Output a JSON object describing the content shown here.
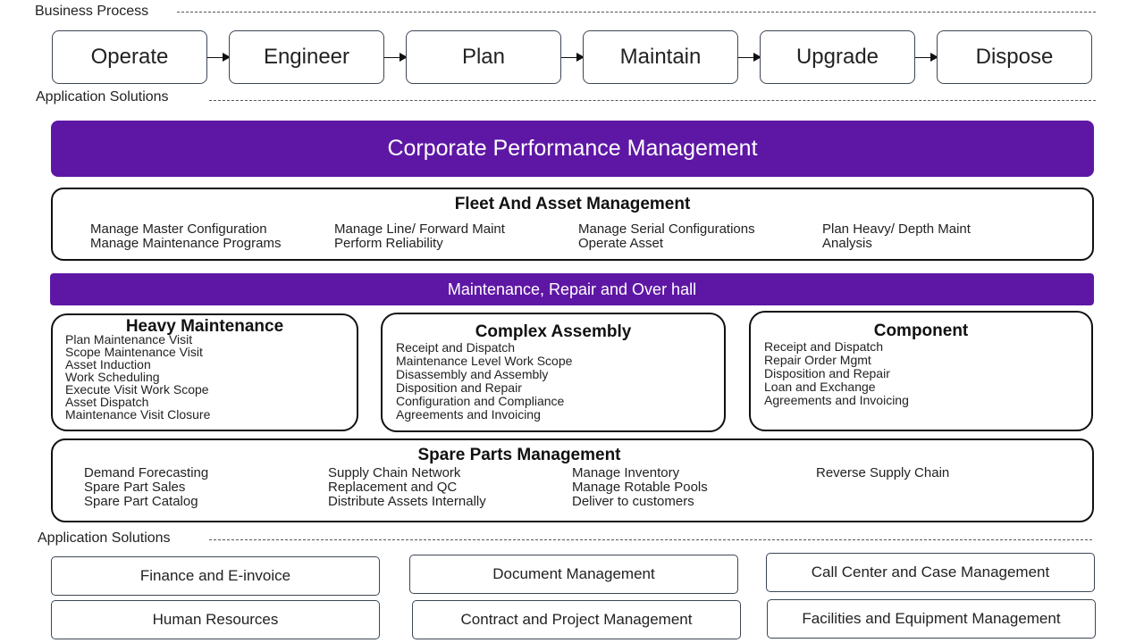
{
  "business_process": {
    "label": "Business Process",
    "steps": [
      "Operate",
      "Engineer",
      "Plan",
      "Maintain",
      "Upgrade",
      "Dispose"
    ]
  },
  "application_solutions_top": {
    "label": "Application Solutions"
  },
  "corporate": {
    "title": "Corporate Performance Management"
  },
  "fleet": {
    "title": "Fleet And Asset Management",
    "columns": [
      [
        "Manage Master Configuration",
        "Manage Maintenance Programs"
      ],
      [
        "Manage Line/ Forward Maint",
        "Perform Reliability"
      ],
      [
        "Manage Serial Configurations",
        "Operate Asset"
      ],
      [
        "Plan Heavy/ Depth Maint",
        "Analysis"
      ]
    ]
  },
  "mro": {
    "title": "Maintenance, Repair and Over hall"
  },
  "heavy": {
    "title": "Heavy Maintenance",
    "items": [
      "Plan Maintenance  Visit",
      "Scope Maintenance  Visit",
      "Asset Induction",
      "Work Scheduling",
      "Execute  Visit Work Scope",
      "Asset Dispatch",
      "Maintenance  Visit Closure"
    ]
  },
  "complex": {
    "title": "Complex Assembly",
    "items": [
      "Receipt and Dispatch",
      "Maintenance Level Work Scope",
      "Disassembly and Assembly",
      "Disposition and Repair",
      "Configuration and Compliance",
      "Agreements  and Invoicing"
    ]
  },
  "component": {
    "title": "Component",
    "items": [
      "Receipt and Dispatch",
      "Repair Order Mgmt",
      "Disposition and Repair",
      "Loan and Exchange",
      "Agreements  and Invoicing"
    ]
  },
  "spare": {
    "title": "Spare Parts Management",
    "columns": [
      [
        "Demand Forecasting",
        "Spare Part Sales",
        "Spare Part Catalog"
      ],
      [
        "Supply Chain Network",
        "Replacement and QC",
        "Distribute Assets Internally"
      ],
      [
        "Manage Inventory",
        "Manage Rotable Pools",
        "Deliver to customers"
      ],
      [
        "Reverse Supply Chain"
      ]
    ]
  },
  "application_solutions_bottom": {
    "label": "Application Solutions",
    "boxes": [
      "Finance and E-invoice",
      "Document Management",
      "Call Center and Case Management",
      "Human Resources",
      "Contract and Project  Management",
      "Facilities and Equipment Management"
    ]
  },
  "colors": {
    "purple": "#5e17a5",
    "border": "#3d4656"
  }
}
